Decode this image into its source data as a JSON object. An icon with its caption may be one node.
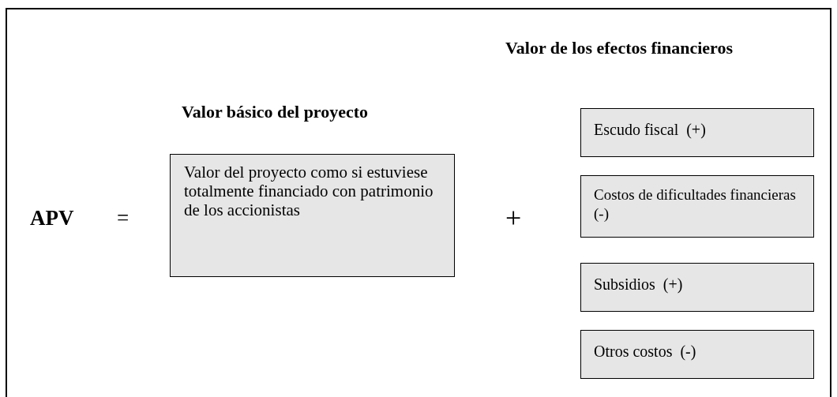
{
  "diagram": {
    "nodes": [
      {
        "text": [
          "Valor del proyecto como si estuviese totalmente financiado con patrimonio de los accionistas"
        ]
      },
      {
        "text": [
          "Escudo fiscal  (+)"
        ]
      },
      {
        "text": [
          "Costos de dificultades financieras  (-)"
        ]
      },
      {
        "text": [
          "Subsidios  (+)"
        ]
      },
      {
        "text": [
          "Otros costos  (-)"
        ]
      }
    ],
    "edges": [],
    "labels": [
      "Valor de los efectos financieros",
      "Valor básico del proyecto",
      "APV",
      "=",
      "+"
    ]
  }
}
